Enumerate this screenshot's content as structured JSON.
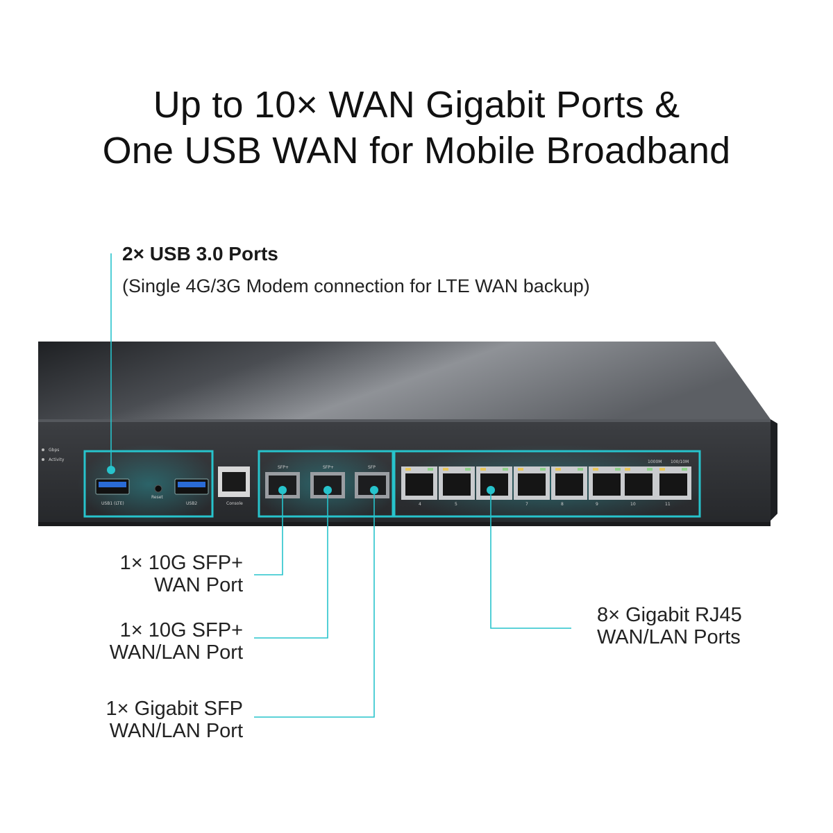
{
  "headline": {
    "line1": "Up to 10× WAN Gigabit Ports &",
    "line2": "One USB WAN for Mobile Broadband"
  },
  "usb_callout": {
    "title": "2× USB 3.0 Ports",
    "subtitle": "(Single 4G/3G Modem connection for LTE WAN backup)"
  },
  "labels": {
    "sfp_wan": [
      "1× 10G SFP+",
      "WAN Port"
    ],
    "sfp_wanlan": [
      "1× 10G SFP+",
      "WAN/LAN Port"
    ],
    "gigabit_sfp": [
      "1× Gigabit SFP",
      "WAN/LAN Port"
    ],
    "rj45": [
      "8× Gigabit RJ45",
      "WAN/LAN Ports"
    ]
  },
  "panel_text": {
    "usb1": "USB1 (LTE)",
    "reset": "Reset",
    "usb2": "USB2",
    "console": "Console",
    "sfp_plus_1": "SFP+",
    "sfp_plus_2": "SFP+",
    "sfp": "SFP",
    "speed_1000": "1000M",
    "speed_100": "100/10M",
    "port_4": "4",
    "port_5": "5",
    "port_7": "7",
    "port_8": "8",
    "port_9": "9",
    "port_10": "10",
    "port_11": "11",
    "led_gbps": "Gbps",
    "led_activity": "Activity"
  },
  "colors": {
    "accent": "#27c3cc",
    "chassis": "#3a3c40",
    "faceplate": "#2b2d31"
  }
}
